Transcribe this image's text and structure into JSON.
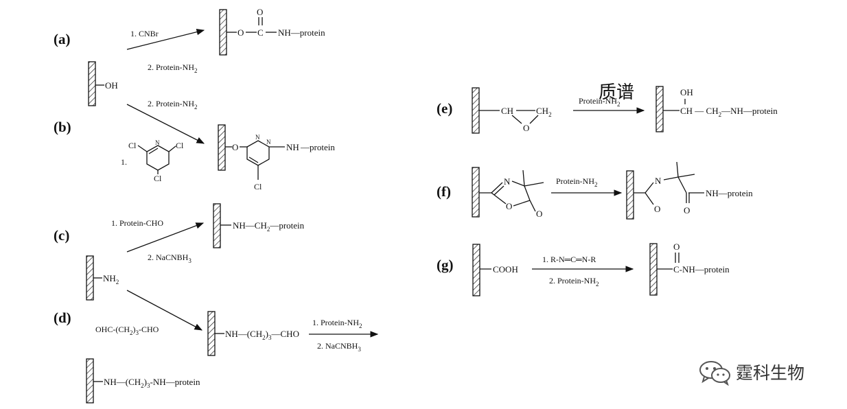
{
  "panels": {
    "a": {
      "label": "(a)",
      "step1": "1. CNBr",
      "step2_main": "2. Protein-NH",
      "step2_sub": "2",
      "product_o": "O",
      "product_carbonyl_o": "O",
      "product_c": "C",
      "product_tail": "NH—protein"
    },
    "hydroxyl_support": {
      "group": "OH"
    },
    "b": {
      "label": "(b)",
      "step2_main": "2. Protein-NH",
      "step2_sub": "2",
      "step1": "1.",
      "reagent_cl_left": "Cl",
      "reagent_cl_right": "Cl",
      "reagent_cl_bottom": "Cl",
      "product_o": "O",
      "product_nh": "NH",
      "product_tail": "—protein",
      "product_cl": "Cl",
      "ring_n": "N"
    },
    "c": {
      "label": "(c)",
      "step1": "1. Protein-CHO",
      "step2": "2. NaCNBH",
      "step2_sub": "3",
      "product_main": "NH—CH",
      "product_sub": "2",
      "product_tail": "—protein"
    },
    "amine_support": {
      "group": "NH",
      "group_sub": "2"
    },
    "d": {
      "label": "(d)",
      "reagent_a": "OHC-(CH",
      "reagent_sub": "2",
      "reagent_b": ")",
      "reagent_sub2": "3",
      "reagent_c": "-CHO",
      "intermediate_a": "NH—(CH",
      "intermediate_sub": "2",
      "intermediate_b": ")",
      "intermediate_sub2": "3",
      "intermediate_c": "—CHO",
      "step1": "1. Protein-NH",
      "step1_sub": "2",
      "step2": "2. NaCNBH",
      "step2_sub": "3",
      "final_a": "NH—(CH",
      "final_sub": "2",
      "final_b": ")",
      "final_sub2": "3",
      "final_c": "-NH—protein"
    },
    "e": {
      "label": "(e)",
      "reagent_ch": "CH",
      "reagent_o": "O",
      "reagent_ch2": "CH",
      "reagent_ch2_sub": "2",
      "arrow_text": "Protein-NH",
      "arrow_sub": "2",
      "product_oh": "OH",
      "product_a": "CH — CH",
      "product_sub": "2",
      "product_tail": "—NH—protein"
    },
    "f": {
      "label": "(f)",
      "reagent_n": "N",
      "reagent_o_ring": "O",
      "reagent_o": "O",
      "arrow_text": "Protein-NH",
      "arrow_sub": "2",
      "product_n": "N",
      "product_o1": "O",
      "product_o2": "O",
      "product_tail": "NH—protein"
    },
    "g": {
      "label": "(g)",
      "reagent": "COOH",
      "step1": "1.   R-N═C═N-R",
      "step2": "2. Protein-NH",
      "step2_sub": "2",
      "product_o": "O",
      "product_tail": "C-NH—protein"
    }
  },
  "overlay_text": "质谱",
  "watermark": {
    "label": "霆科生物",
    "icon": "wechat-icon"
  }
}
